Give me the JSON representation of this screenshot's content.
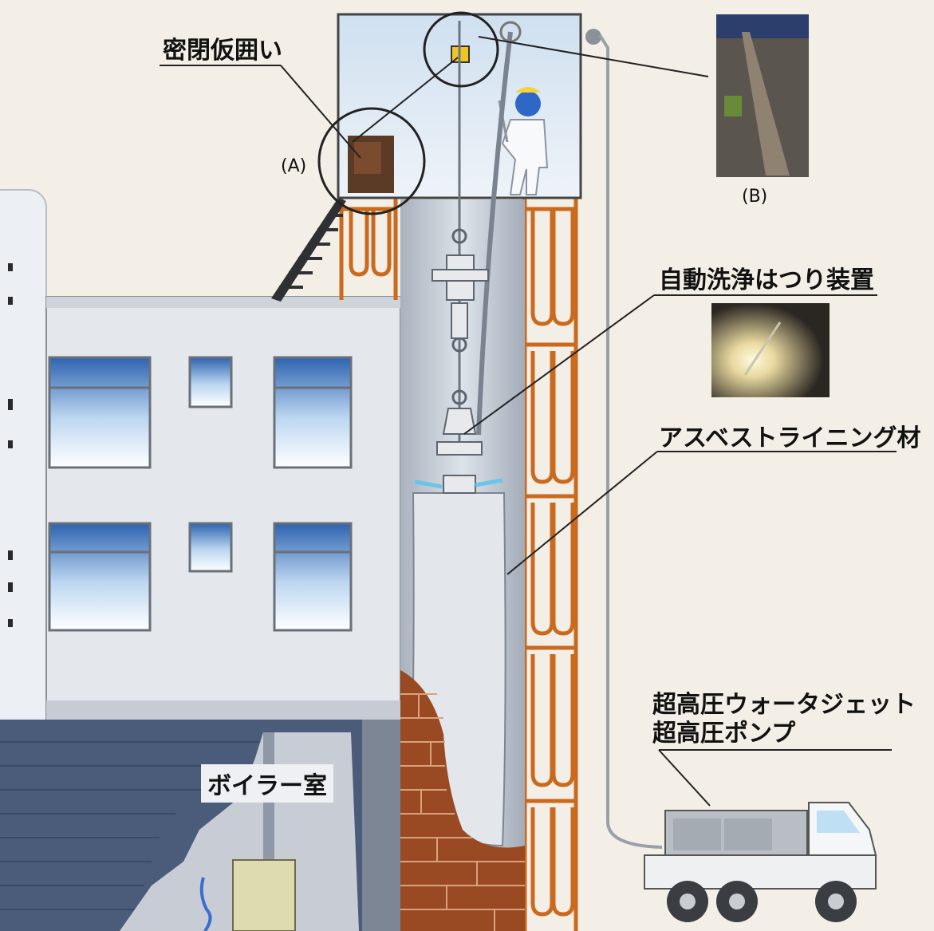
{
  "labels": {
    "enclosure": "密閉仮囲い",
    "a": "(A)",
    "b": "(B)",
    "cleaning_device": "自動洗浄はつり装置",
    "lining": "アスベストライニング材",
    "pump_line1": "超高圧ウォータジェット",
    "pump_line2": "超高圧ポンプ",
    "boiler_room": "ボイラー室"
  }
}
